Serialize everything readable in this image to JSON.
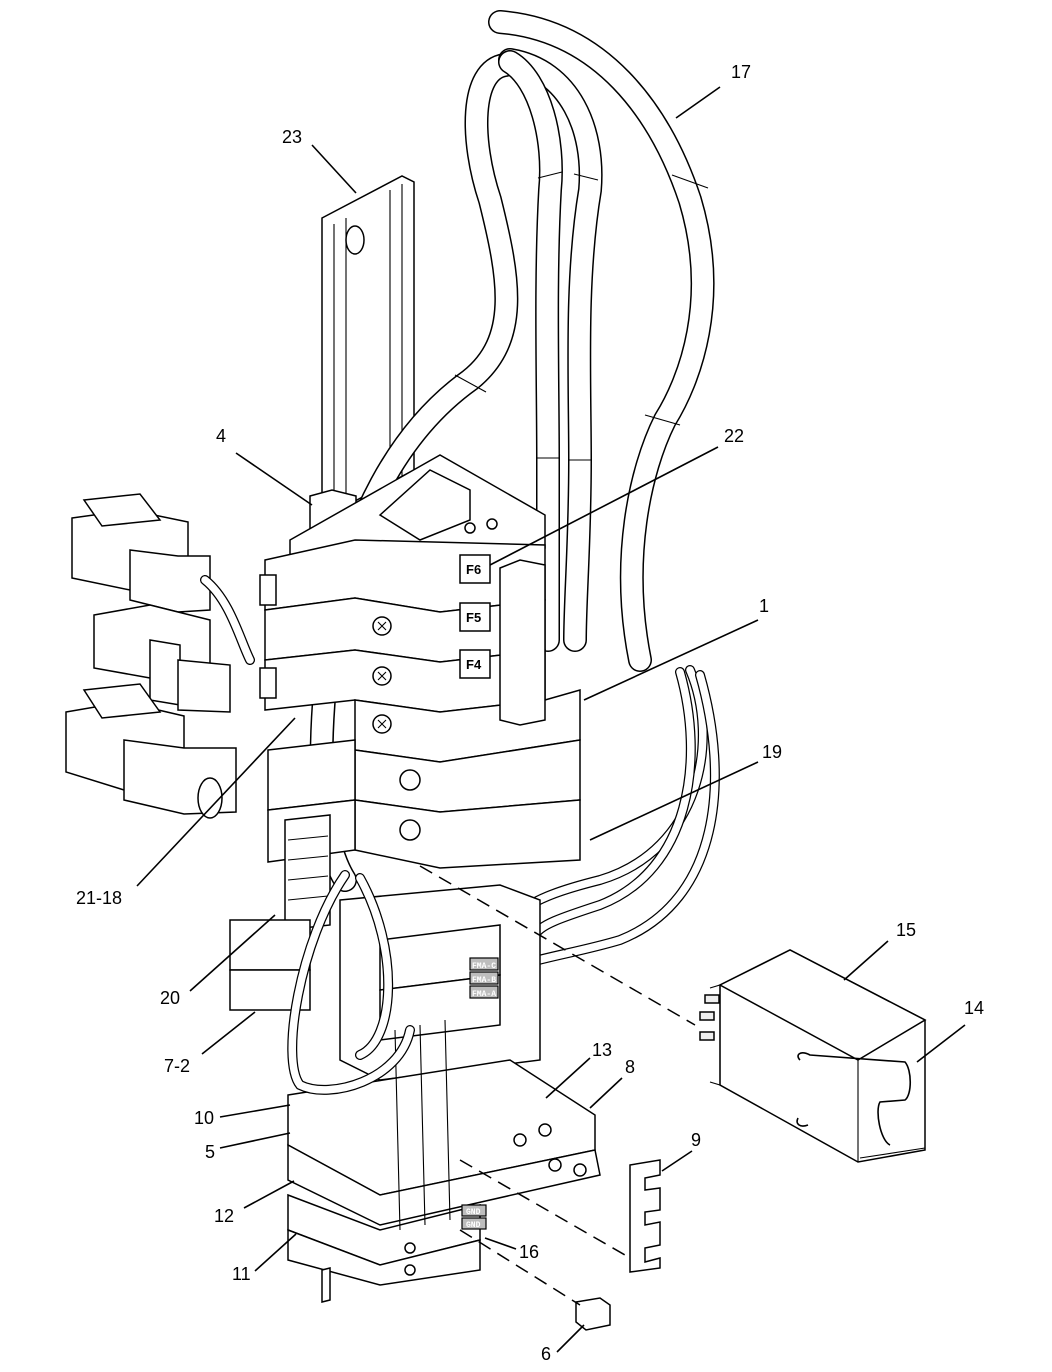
{
  "diagram": {
    "callouts": [
      "1",
      "4",
      "5",
      "6",
      "7-2",
      "8",
      "9",
      "10",
      "11",
      "12",
      "13",
      "14",
      "15",
      "16",
      "17",
      "19",
      "20",
      "21-18",
      "22",
      "23"
    ],
    "fuse_labels": [
      "F6",
      "F5",
      "F4"
    ],
    "terminal_tags": [
      "FMA-C",
      "FMA-B",
      "FMA-A",
      "GND",
      "GND"
    ]
  }
}
